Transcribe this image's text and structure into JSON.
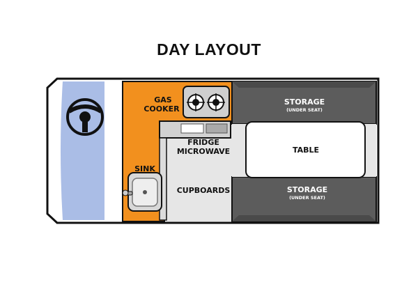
{
  "title": "DAY LAYOUT",
  "labels": {
    "gas_line1": "GAS",
    "gas_line2": "COOKER",
    "fridge": "FRIDGE",
    "microwave": "MICROWAVE",
    "sink": "SINK",
    "cupboards": "CUPBOARDS",
    "table": "TABLE",
    "storage_top": "STORAGE",
    "storage_top_sub": "(UNDER SEAT)",
    "storage_bottom": "STORAGE",
    "storage_bottom_sub": "(UNDER SEAT)"
  },
  "colors": {
    "outline": "#111111",
    "windshield": "#aabde6",
    "kitchen": "#f2901e",
    "seat": "#5c5c5c",
    "seat_shade": "#4a4a4a",
    "floor": "#e6e6e6",
    "table": "#ffffff"
  },
  "icons": [
    "steering-wheel-icon",
    "burner-icon",
    "sink-basin-icon",
    "faucet-icon"
  ]
}
